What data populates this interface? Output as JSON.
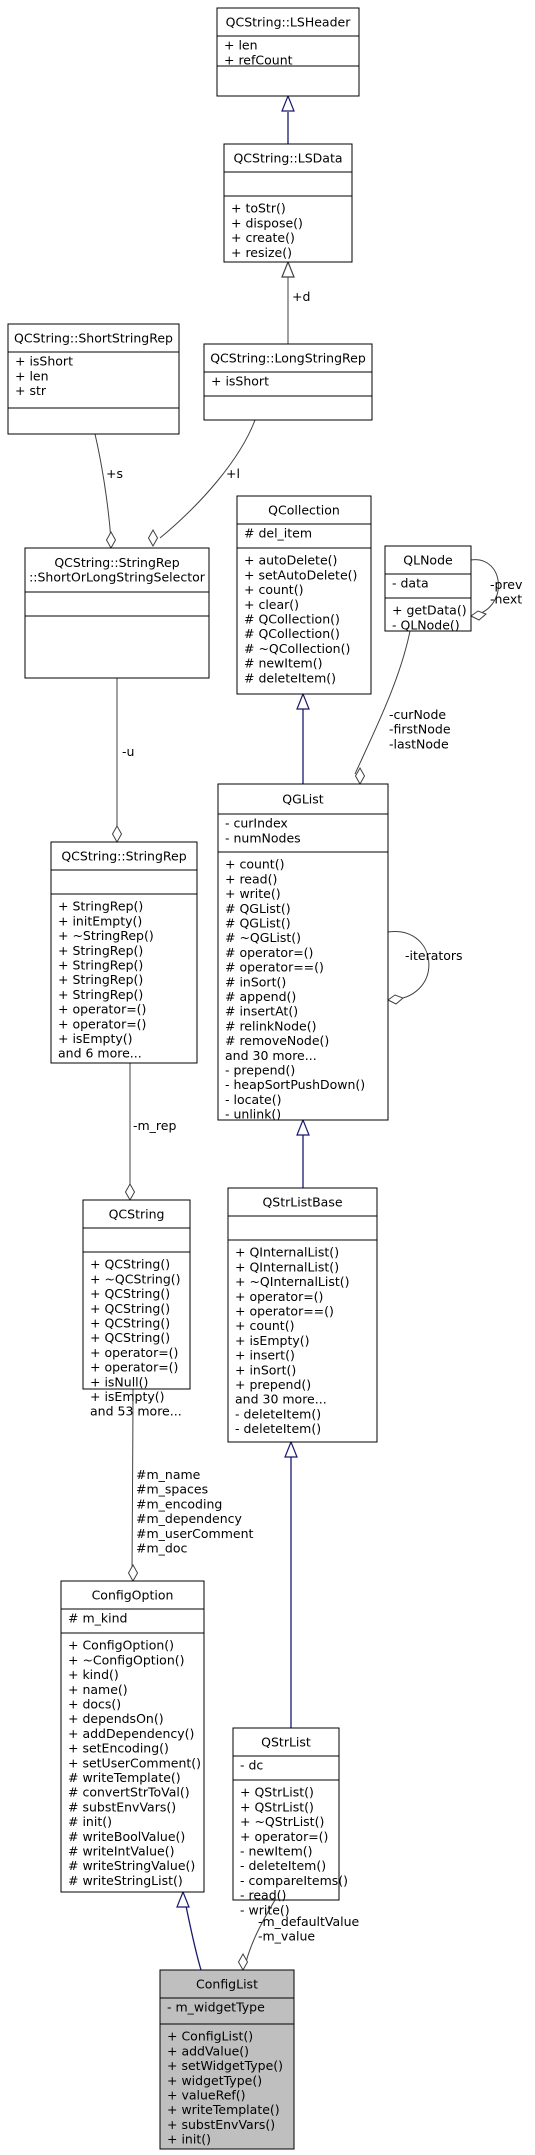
{
  "colors": {
    "box_fill": "#ffffff",
    "box_stroke": "#000000",
    "highlight_fill": "#bfbfbf",
    "inheritance_edge": "#191970",
    "usage_edge": "#404040"
  },
  "classes": [
    {
      "id": "lsheader",
      "title": [
        "QCString::LSHeader"
      ],
      "attributes": [
        "+ len",
        "+ refCount"
      ],
      "methods": []
    },
    {
      "id": "lsdata",
      "title": [
        "QCString::LSData"
      ],
      "attributes": [],
      "methods": [
        "+ toStr()",
        "+ dispose()",
        "+ create()",
        "+ resize()"
      ]
    },
    {
      "id": "shortstringrep",
      "title": [
        "QCString::ShortStringRep"
      ],
      "attributes": [
        "+ isShort",
        "+ len",
        "+ str"
      ],
      "methods": []
    },
    {
      "id": "longstringrep",
      "title": [
        "QCString::LongStringRep"
      ],
      "attributes": [
        "+ isShort"
      ],
      "methods": []
    },
    {
      "id": "selector",
      "title": [
        "QCString::StringRep",
        "::ShortOrLongStringSelector"
      ],
      "attributes": [],
      "methods": []
    },
    {
      "id": "qcollection",
      "title": [
        "QCollection"
      ],
      "attributes": [
        "# del_item"
      ],
      "methods": [
        "+ autoDelete()",
        "+ setAutoDelete()",
        "+ count()",
        "+ clear()",
        "# QCollection()",
        "# QCollection()",
        "# ~QCollection()",
        "# newItem()",
        "# deleteItem()"
      ]
    },
    {
      "id": "qlnode",
      "title": [
        "QLNode"
      ],
      "attributes": [
        "- data"
      ],
      "methods": [
        "+ getData()",
        "- QLNode()"
      ]
    },
    {
      "id": "stringrep",
      "title": [
        "QCString::StringRep"
      ],
      "attributes": [],
      "methods": [
        "+ StringRep()",
        "+ initEmpty()",
        "+ ~StringRep()",
        "+ StringRep()",
        "+ StringRep()",
        "+ StringRep()",
        "+ StringRep()",
        "+ operator=()",
        "+ operator=()",
        "+ isEmpty()",
        "and 6 more..."
      ]
    },
    {
      "id": "qglist",
      "title": [
        "QGList"
      ],
      "attributes": [
        "- curIndex",
        "- numNodes"
      ],
      "methods": [
        "+ count()",
        "+ read()",
        "+ write()",
        "# QGList()",
        "# QGList()",
        "# ~QGList()",
        "# operator=()",
        "# operator==()",
        "# inSort()",
        "# append()",
        "# insertAt()",
        "# relinkNode()",
        "# removeNode()",
        "and 30 more...",
        "- prepend()",
        "- heapSortPushDown()",
        "- locate()",
        "- unlink()"
      ]
    },
    {
      "id": "qcstring",
      "title": [
        "QCString"
      ],
      "attributes": [],
      "methods": [
        "+ QCString()",
        "+ ~QCString()",
        "+ QCString()",
        "+ QCString()",
        "+ QCString()",
        "+ QCString()",
        "+ operator=()",
        "+ operator=()",
        "+ isNull()",
        "+ isEmpty()",
        "and 53 more..."
      ]
    },
    {
      "id": "qstrlistbase",
      "title": [
        "QStrListBase"
      ],
      "attributes": [],
      "methods": [
        "+ QInternalList()",
        "+ QInternalList()",
        "+ ~QInternalList()",
        "+ operator=()",
        "+ operator==()",
        "+ count()",
        "+ isEmpty()",
        "+ insert()",
        "+ inSort()",
        "+ prepend()",
        "and 30 more...",
        "- deleteItem()",
        "- deleteItem()"
      ]
    },
    {
      "id": "configoption",
      "title": [
        "ConfigOption"
      ],
      "attributes": [
        "# m_kind"
      ],
      "methods": [
        "+ ConfigOption()",
        "+ ~ConfigOption()",
        "+ kind()",
        "+ name()",
        "+ docs()",
        "+ dependsOn()",
        "+ addDependency()",
        "+ setEncoding()",
        "+ setUserComment()",
        "# writeTemplate()",
        "# convertStrToVal()",
        "# substEnvVars()",
        "# init()",
        "# writeBoolValue()",
        "# writeIntValue()",
        "# writeStringValue()",
        "# writeStringList()"
      ]
    },
    {
      "id": "qstrlist",
      "title": [
        "QStrList"
      ],
      "attributes": [
        "- dc"
      ],
      "methods": [
        "+ QStrList()",
        "+ QStrList()",
        "+ ~QStrList()",
        "+ operator=()",
        "- newItem()",
        "- deleteItem()",
        "- compareItems()",
        "- read()",
        "- write()"
      ]
    },
    {
      "id": "configlist",
      "title": [
        "ConfigList"
      ],
      "attributes": [
        "- m_widgetType"
      ],
      "methods": [
        "+ ConfigList()",
        "+ addValue()",
        "+ setWidgetType()",
        "+ widgetType()",
        "+ valueRef()",
        "+ writeTemplate()",
        "+ substEnvVars()",
        "+ init()"
      ]
    }
  ],
  "relations": [
    {
      "id": "lsdata-lsheader",
      "from": "lsdata",
      "to": "lsheader",
      "kind": "inheritance",
      "label": []
    },
    {
      "id": "longstringrep-lsdata",
      "from": "longstringrep",
      "to": "lsdata",
      "kind": "usage",
      "label": [
        "+d"
      ]
    },
    {
      "id": "selector-shortstringrep",
      "from": "selector",
      "to": "shortstringrep",
      "kind": "usage",
      "label": [
        "+s"
      ]
    },
    {
      "id": "selector-longstringrep",
      "from": "selector",
      "to": "longstringrep",
      "kind": "usage",
      "label": [
        "+l"
      ]
    },
    {
      "id": "stringrep-selector",
      "from": "stringrep",
      "to": "selector",
      "kind": "usage",
      "label": [
        "-u"
      ]
    },
    {
      "id": "qglist-qcollection",
      "from": "qglist",
      "to": "qcollection",
      "kind": "inheritance",
      "label": []
    },
    {
      "id": "qglist-qlnode",
      "from": "qglist",
      "to": "qlnode",
      "kind": "usage",
      "label": [
        "-curNode",
        "-firstNode",
        "-lastNode"
      ]
    },
    {
      "id": "qlnode-self",
      "from": "qlnode",
      "to": "qlnode",
      "kind": "usage",
      "label": [
        "-prev",
        "-next"
      ]
    },
    {
      "id": "qglist-self",
      "from": "qglist",
      "to": "qglist",
      "kind": "usage",
      "label": [
        "-iterators"
      ]
    },
    {
      "id": "qcstring-stringrep",
      "from": "qcstring",
      "to": "stringrep",
      "kind": "usage",
      "label": [
        "-m_rep"
      ]
    },
    {
      "id": "qstrlistbase-qglist",
      "from": "qstrlistbase",
      "to": "qglist",
      "kind": "inheritance",
      "label": []
    },
    {
      "id": "configoption-qcstring",
      "from": "configoption",
      "to": "qcstring",
      "kind": "usage",
      "label": [
        "#m_name",
        "#m_spaces",
        "#m_encoding",
        "#m_dependency",
        "#m_userComment",
        "#m_doc"
      ]
    },
    {
      "id": "qstrlist-qstrlistbase",
      "from": "qstrlist",
      "to": "qstrlistbase",
      "kind": "inheritance",
      "label": []
    },
    {
      "id": "configlist-configoption",
      "from": "configlist",
      "to": "configoption",
      "kind": "inheritance",
      "label": []
    },
    {
      "id": "configlist-qstrlist",
      "from": "configlist",
      "to": "qstrlist",
      "kind": "usage",
      "label": [
        "-m_defaultValue",
        "-m_value"
      ]
    }
  ]
}
